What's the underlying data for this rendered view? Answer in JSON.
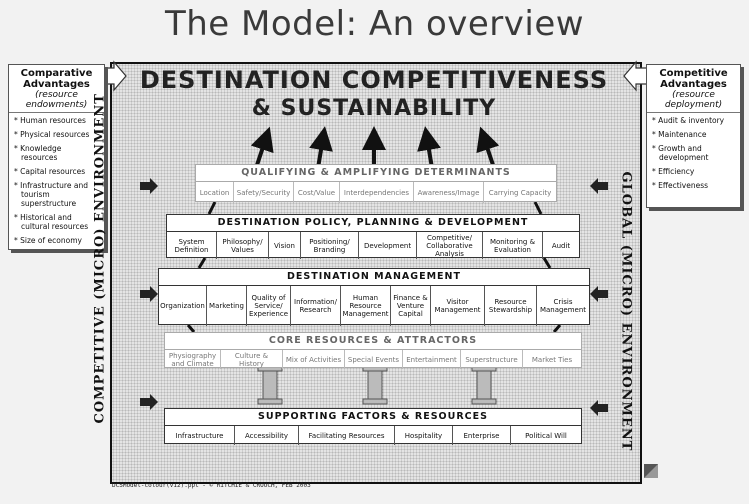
{
  "slide": {
    "title": "The Model: An overview",
    "main_title_line1": "DESTINATION COMPETITIVENESS",
    "main_title_line2": "& SUSTAINABILITY",
    "footer": "DCSModel-colour(v12).ppt - © RITCHIE & CROUCH, FEB 2003"
  },
  "left_box": {
    "title": "Comparative Advantages",
    "subtitle": "(resource endowments)",
    "items": [
      "Human resources",
      "Physical resources",
      "Knowledge resources",
      "Capital resources",
      "Infrastructure and tourism superstructure",
      "Historical and cultural resources",
      "Size of economy"
    ]
  },
  "right_box": {
    "title": "Competitive Advantages",
    "subtitle": "(resource deployment)",
    "items": [
      "Audit & inventory",
      "Maintenance",
      "Growth and development",
      "Efficiency",
      "Effectiveness"
    ]
  },
  "vertical_labels": {
    "left": "COMPETITIVE (MICRO) ENVIRONMENT",
    "right": "GLOBAL (MICRO) ENVIRONMENT"
  },
  "bands": {
    "qualifying": {
      "title": "QUALIFYING & AMPLIFYING DETERMINANTS",
      "cells": [
        "Location",
        "Safety/Security",
        "Cost/Value",
        "Interdependencies",
        "Awareness/Image",
        "Carrying Capacity"
      ]
    },
    "policy": {
      "title": "DESTINATION POLICY, PLANNING & DEVELOPMENT",
      "cells": [
        "System Definition",
        "Philosophy/ Values",
        "Vision",
        "Positioning/ Branding",
        "Development",
        "Competitive/ Collaborative Analysis",
        "Monitoring & Evaluation",
        "Audit"
      ]
    },
    "management": {
      "title": "DESTINATION MANAGEMENT",
      "cells": [
        "Organization",
        "Marketing",
        "Quality of Service/ Experience",
        "Information/ Research",
        "Human Resource Management",
        "Finance & Venture Capital",
        "Visitor Management",
        "Resource Stewardship",
        "Crisis Management"
      ]
    },
    "core": {
      "title": "CORE RESOURCES & ATTRACTORS",
      "cells": [
        "Physiography and Climate",
        "Culture & History",
        "Mix of Activities",
        "Special Events",
        "Entertainment",
        "Superstructure",
        "Market Ties"
      ]
    },
    "supporting": {
      "title": "SUPPORTING FACTORS & RESOURCES",
      "cells": [
        "Infrastructure",
        "Accessibility",
        "Facilitating Resources",
        "Hospitality",
        "Enterprise",
        "Political Will"
      ]
    }
  }
}
